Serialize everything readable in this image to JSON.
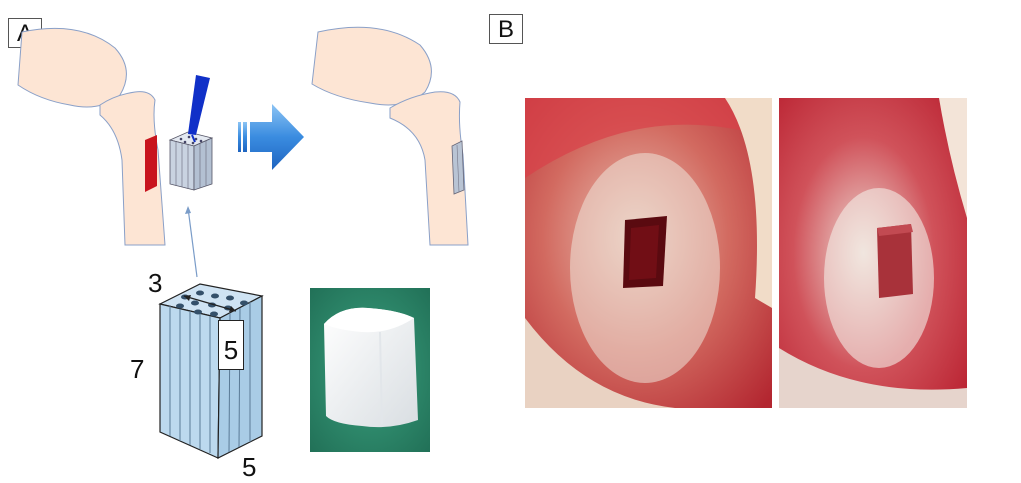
{
  "panels": {
    "a": "A",
    "b": "B"
  },
  "dimensions": {
    "height": "7",
    "width": "5",
    "depth": "3",
    "face": "5"
  },
  "colors": {
    "bone": "#fde5d4",
    "bone_outline": "#8aa0c8",
    "defect": "#c8141e",
    "scaffold": "#c3cfdf",
    "scaffold_block": "#bcd9ee",
    "arrow": "#3a8ce0",
    "needle": "#1030c8",
    "tissue": "#c8323a",
    "cavity": "#5a0a10",
    "implant": "#a8323a",
    "sponge_bg": "#2e8c6e",
    "sponge": "#f6f8f9"
  },
  "icons": [
    "needle-icon",
    "right-arrow-icon"
  ]
}
